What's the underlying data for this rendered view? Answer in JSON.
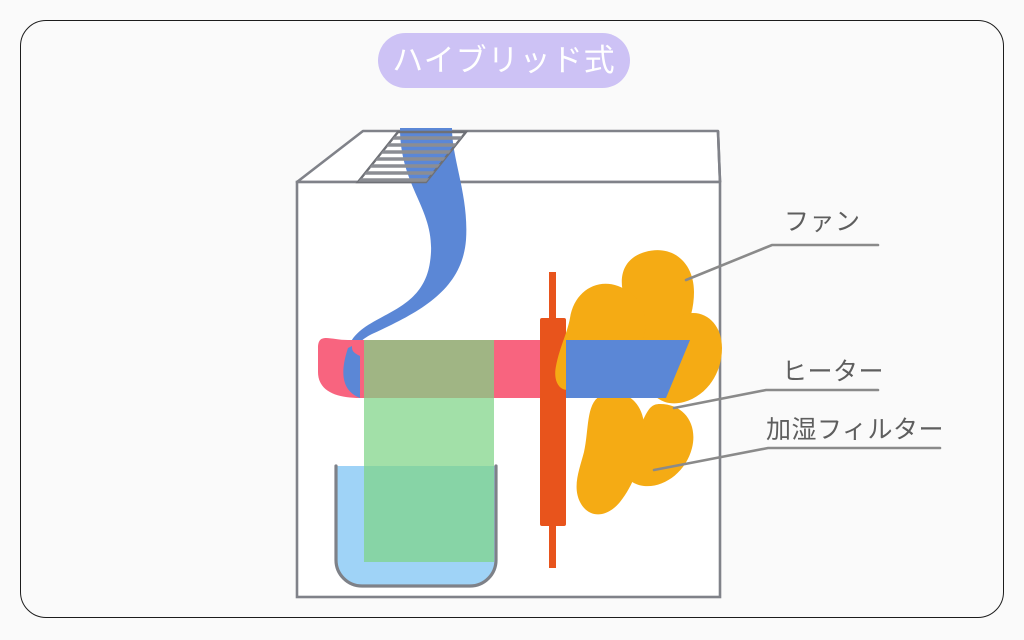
{
  "page": {
    "background_color": "#fafafa",
    "frame_color": "#1c1c1c"
  },
  "title": {
    "text": "ハイブリッド式",
    "badge_color": "#cdc2f5",
    "text_color": "#ffffff"
  },
  "callouts": [
    {
      "id": "fan",
      "label": "ファン",
      "line_color": "#8a8a8a"
    },
    {
      "id": "heater",
      "label": "ヒーター",
      "line_color": "#8a8a8a"
    },
    {
      "id": "filter",
      "label": "加湿フィルター",
      "line_color": "#8a8a8a"
    }
  ],
  "diagram": {
    "name": "hybrid-humidifier-cutaway",
    "housing": {
      "name": "appliance-housing",
      "outline_color": "#808289",
      "fill": "#ffffff"
    },
    "vent_grille": {
      "name": "top-vent-grille",
      "louver_color": "#8b8d93",
      "louver_count": 8
    },
    "airflow_intake": {
      "name": "intake-airflow-ribbon",
      "color": "#5b87d6"
    },
    "airflow_moist": {
      "name": "moist-airflow-band",
      "color": "#f8647f"
    },
    "airflow_outlet": {
      "name": "outlet-airflow-arrow",
      "color": "#5b87d6"
    },
    "humidifying_filter": {
      "name": "humidifying-filter",
      "color": "#7ed487",
      "opacity": 0.72
    },
    "water_tank": {
      "name": "water-tank",
      "outline_color": "#7e8188",
      "water_color": "#9fd3f7"
    },
    "heater": {
      "name": "heater-element",
      "color": "#e8541c"
    },
    "fan": {
      "name": "fan-impeller",
      "color": "#f5ab14",
      "blade_count": 5
    }
  }
}
